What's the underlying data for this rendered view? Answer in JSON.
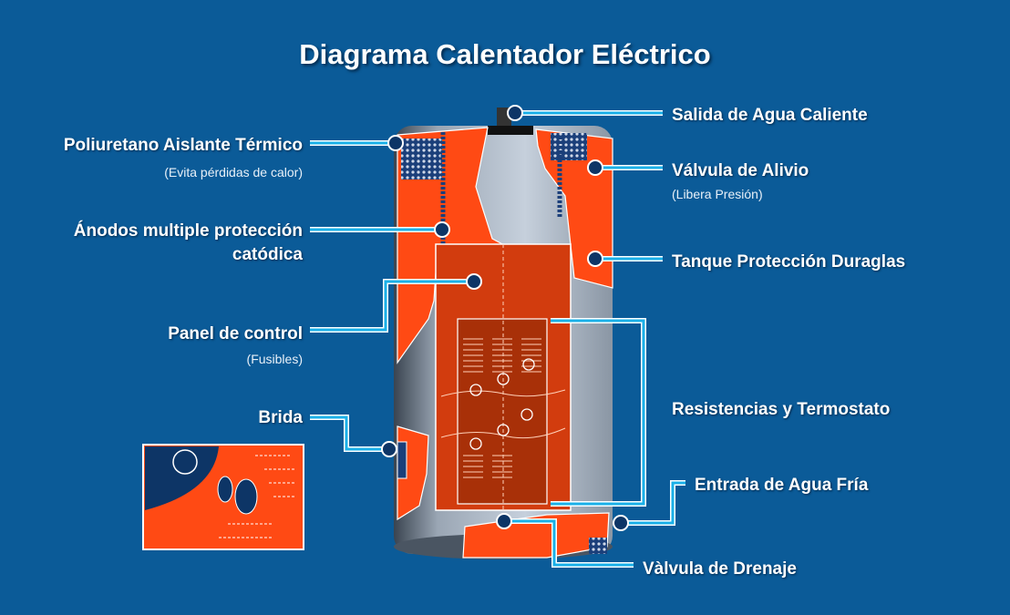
{
  "title": "Diagrama Calentador Eléctrico",
  "labels": {
    "poliuretano": "Poliuretano Aislante Térmico",
    "poliuretano_sub": "(Evita pérdidas de calor)",
    "anodos_1": "Ánodos multiple protección",
    "anodos_2": "catódica",
    "panel": "Panel de control",
    "panel_sub": "(Fusibles)",
    "brida": "Brida",
    "salida": "Salida de Agua Caliente",
    "valvula_alivio": "Válvula de Alivio",
    "valvula_alivio_sub": "(Libera Presión)",
    "tanque": "Tanque Protección Duraglas",
    "resistencias": "Resistencias y Termostato",
    "entrada": "Entrada de Agua Fría",
    "drenaje": "Vàlvula de Drenaje"
  },
  "colors": {
    "background": "#0b5b98",
    "accent": "#ff4a14",
    "leader": "#1ab0e8",
    "dot": "#0d3566"
  }
}
